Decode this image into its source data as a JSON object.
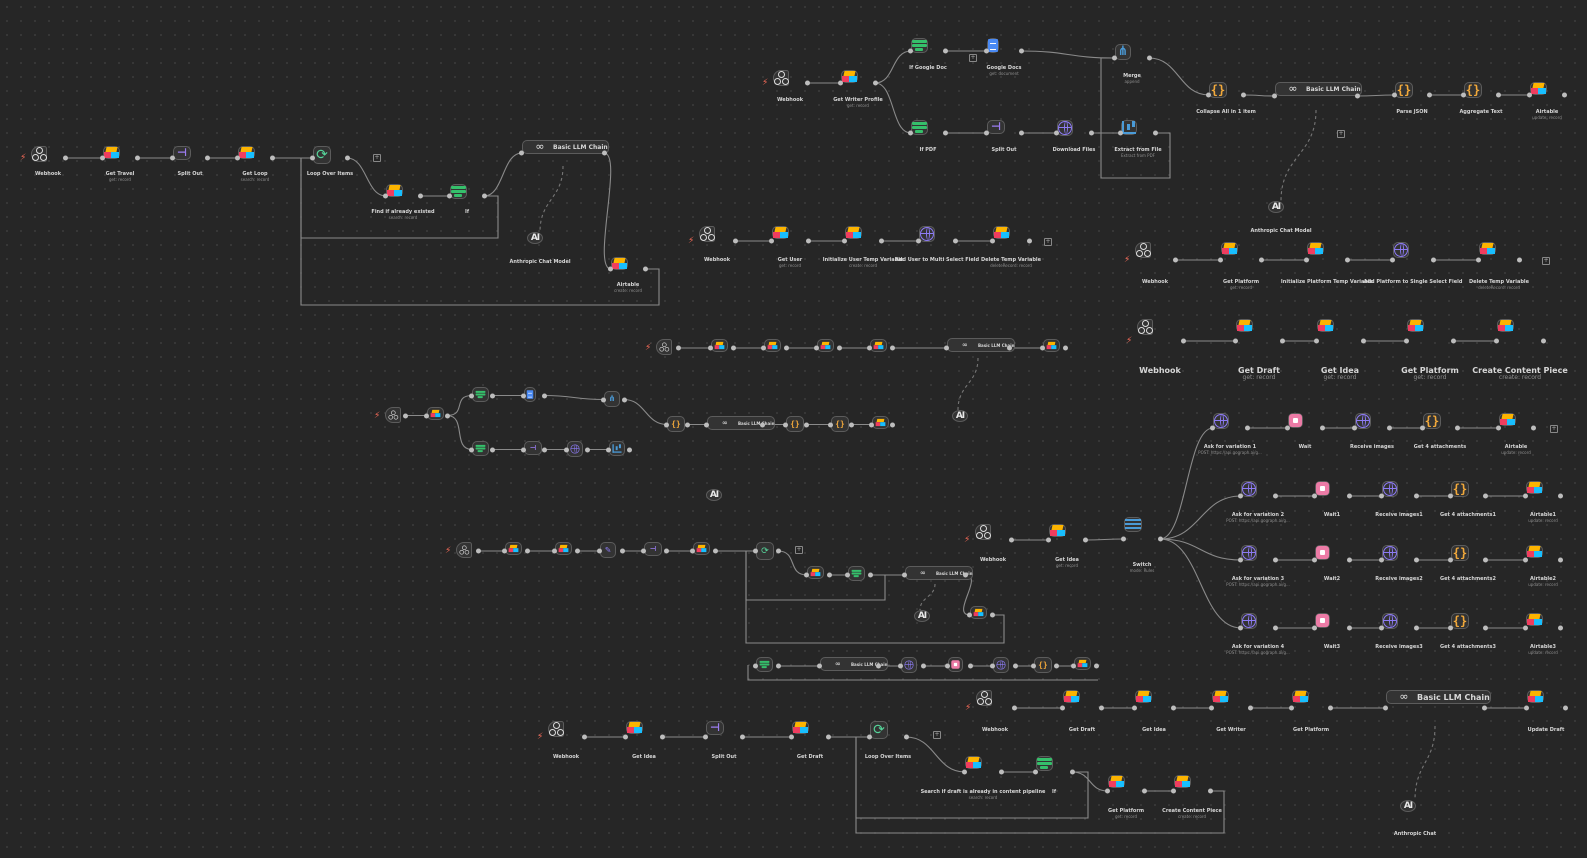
{
  "app": {
    "title": "n8n workflow canvas"
  },
  "colors": {
    "background": "#262626",
    "node": "#333333",
    "node_border": "#5c5c5c",
    "edge": "#8a8a8a",
    "trigger_bolt": "#ff6d5a"
  },
  "workflows": {
    "w1": {
      "webhook": {
        "label": "Webhook",
        "sub": ""
      },
      "get_travel": {
        "label": "Get Travel",
        "sub": "get: record"
      },
      "split_out": {
        "label": "Split Out",
        "sub": ""
      },
      "get_loop": {
        "label": "Get Loop",
        "sub": "search: record"
      },
      "loop_over_items": {
        "label": "Loop Over Items",
        "sub": ""
      },
      "find_if_already_existed": {
        "label": "Find if already existed",
        "sub": "search: record"
      },
      "if": {
        "label": "If",
        "sub": ""
      },
      "basic_llm_chain": {
        "label": "Basic LLM Chain",
        "sub": ""
      },
      "anthropic_chat_model": {
        "label": "Anthropic Chat Model",
        "sub": ""
      },
      "airtable": {
        "label": "Airtable",
        "sub": "create: record"
      }
    },
    "w2": {
      "webhook": {
        "label": "Webhook",
        "sub": ""
      },
      "get_writer_profile": {
        "label": "Get Writer Profile",
        "sub": "get: record"
      },
      "if_google_doc": {
        "label": "If Google Doc",
        "sub": ""
      },
      "google_docs": {
        "label": "Google Docs",
        "sub": "get: document"
      },
      "if_pdf": {
        "label": "If PDF",
        "sub": ""
      },
      "split_out": {
        "label": "Split Out",
        "sub": ""
      },
      "download_files": {
        "label": "Download Files",
        "sub": ""
      },
      "extract_from_file": {
        "label": "Extract from File",
        "sub": "Extract from PDF"
      },
      "merge": {
        "label": "Merge",
        "sub": "append"
      },
      "collapse": {
        "label": "Collapse All in 1 item",
        "sub": ""
      },
      "basic_llm_chain": {
        "label": "Basic LLM Chain",
        "sub": ""
      },
      "anthropic": {
        "label": "Anthropic Chat Model",
        "sub": ""
      },
      "parse_json": {
        "label": "Parse JSON",
        "sub": ""
      },
      "aggregate_text": {
        "label": "Aggregate Text",
        "sub": ""
      },
      "airtable": {
        "label": "Airtable",
        "sub": "update: record"
      }
    },
    "w3": {
      "webhook": {
        "label": "Webhook",
        "sub": ""
      },
      "get_user": {
        "label": "Get User",
        "sub": "get: record"
      },
      "init_temp": {
        "label": "Initialize User Temp Variable",
        "sub": "create: record"
      },
      "add_user": {
        "label": "Add User to Multi Select Field",
        "sub": ""
      },
      "delete_temp": {
        "label": "Delete Temp Variable",
        "sub": "deleteRecord: record"
      }
    },
    "w4": {
      "webhook": {
        "label": "Webhook",
        "sub": ""
      },
      "get_platform": {
        "label": "Get Platform",
        "sub": "get: record"
      },
      "init_platform": {
        "label": "Initialize Platform Temp Variable",
        "sub": ""
      },
      "add_platform": {
        "label": "Add Platform to Single Select Field",
        "sub": ""
      },
      "delete_temp": {
        "label": "Delete Temp Variable",
        "sub": "deleteRecord: record"
      }
    },
    "w5": {
      "webhook": {
        "label": "Webhook",
        "sub": ""
      },
      "get_draft": {
        "label": "Get Draft",
        "sub": "get: record"
      },
      "get_idea": {
        "label": "Get Idea",
        "sub": "get: record"
      },
      "get_platform": {
        "label": "Get Platform",
        "sub": "get: record"
      },
      "create_content_piece": {
        "label": "Create Content Piece",
        "sub": "create: record"
      }
    },
    "w6": {
      "webhook": {
        "label": "Webhook",
        "sub": ""
      },
      "get_idea": {
        "label": "Get Idea",
        "sub": "get: record"
      },
      "switch": {
        "label": "Switch",
        "sub": "mode: Rules"
      },
      "rows": [
        {
          "ask": "Ask for variation 1",
          "ask_sub": "POST: https://api.gograph.ai/g...",
          "wait": "Wait",
          "receive": "Receive images",
          "get": "Get 4 attachments",
          "air": "Airtable",
          "air_sub": "update: record"
        },
        {
          "ask": "Ask for variation 2",
          "ask_sub": "POST: https://api.gograph.ai/g...",
          "wait": "Wait1",
          "receive": "Receive images1",
          "get": "Get 4 attachments1",
          "air": "Airtable1",
          "air_sub": "update: record"
        },
        {
          "ask": "Ask for variation 3",
          "ask_sub": "POST: https://api.gograph.ai/g...",
          "wait": "Wait2",
          "receive": "Receive images2",
          "get": "Get 4 attachments2",
          "air": "Airtable2",
          "air_sub": "update: record"
        },
        {
          "ask": "Ask for variation 4",
          "ask_sub": "POST: https://api.gograph.ai/g...",
          "wait": "Wait3",
          "receive": "Receive images3",
          "get": "Get 4 attachments3",
          "air": "Airtable3",
          "air_sub": "update: record"
        }
      ]
    },
    "w7": {
      "webhook": {
        "label": "Webhook",
        "sub": ""
      },
      "get_draft": {
        "label": "Get Draft",
        "sub": ""
      },
      "get_idea": {
        "label": "Get Idea",
        "sub": ""
      },
      "get_writer": {
        "label": "Get Writer",
        "sub": ""
      },
      "get_platform": {
        "label": "Get Platform",
        "sub": ""
      },
      "basic_llm_chain": {
        "label": "Basic LLM Chain",
        "sub": ""
      },
      "update_draft": {
        "label": "Update Draft",
        "sub": ""
      },
      "anthropic": {
        "label": "Anthropic Chat",
        "sub": ""
      }
    },
    "w8": {
      "webhook": {
        "label": "Webhook",
        "sub": ""
      },
      "get_idea": {
        "label": "Get Idea",
        "sub": ""
      },
      "split_out": {
        "label": "Split Out",
        "sub": ""
      },
      "get_draft": {
        "label": "Get Draft",
        "sub": ""
      },
      "loop_over_items": {
        "label": "Loop Over Items",
        "sub": ""
      },
      "search_draft": {
        "label": "Search if draft is already in content pipeline",
        "sub": "search: record"
      },
      "if": {
        "label": "If",
        "sub": ""
      },
      "get_platform": {
        "label": "Get Platform",
        "sub": "get: record"
      },
      "create_content_piece": {
        "label": "Create Content Piece",
        "sub": "create: record"
      }
    },
    "small": {
      "basic_llm_chain": {
        "label": "Basic LLM Chain"
      }
    }
  }
}
